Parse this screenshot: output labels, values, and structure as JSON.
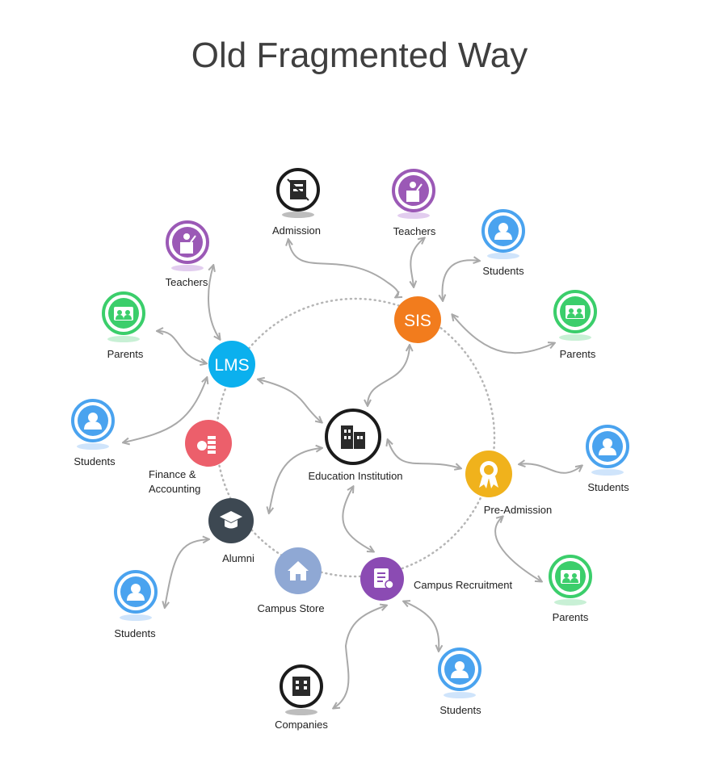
{
  "title": "Old Fragmented Way",
  "colors": {
    "lms": "#0bb0ee",
    "sis": "#f27c1d",
    "teachers": "#9b59b6",
    "parents": "#3bce6b",
    "students": "#4aa3ef",
    "finance": "#ec5f6b",
    "alumni": "#3d4852",
    "store": "#8fa8d4",
    "recruitment": "#8b4bb3",
    "preadmission": "#f0b21c",
    "arrow": "#a9a9a9"
  },
  "hubs": {
    "lms": "LMS",
    "sis": "SIS"
  },
  "nodes": {
    "admission": "Admission",
    "teachers_top": "Teachers",
    "students_top_right": "Students",
    "parents_right": "Parents",
    "teachers_left": "Teachers",
    "parents_left": "Parents",
    "students_left": "Students",
    "finance_line1": "Finance &",
    "finance_line2": "Accounting",
    "education": "Education Institution",
    "alumni": "Alumni",
    "campus_store": "Campus Store",
    "campus_recruitment": "Campus Recruitment",
    "pre_admission": "Pre-Admission",
    "students_right": "Students",
    "parents_bottom_right": "Parents",
    "students_bottom_left": "Students",
    "companies": "Companies",
    "students_bottom": "Students"
  }
}
